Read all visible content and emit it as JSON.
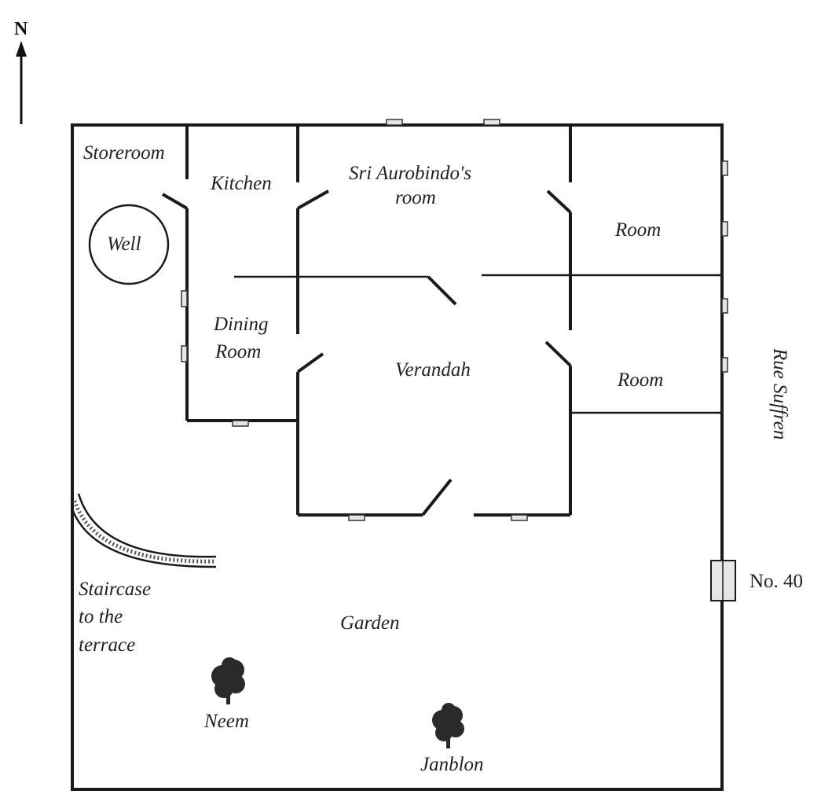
{
  "north_label": "N",
  "rooms": {
    "storeroom": "Storeroom",
    "kitchen": "Kitchen",
    "sri_aurobindo_room_line1": "Sri Aurobindo's",
    "sri_aurobindo_room_line2": "room",
    "room_upper": "Room",
    "well": "Well",
    "dining_line1": "Dining",
    "dining_line2": "Room",
    "verandah": "Verandah",
    "room_lower": "Room"
  },
  "street": "Rue Suffren",
  "entrance": "No. 40",
  "garden": {
    "label": "Garden",
    "staircase_line1": "Staircase",
    "staircase_line2": "to the",
    "staircase_line3": "terrace",
    "tree_neem": "Neem",
    "tree_janblon": "Janblon"
  },
  "colors": {
    "wall": "#1a1a1a",
    "window_fill": "#e6e6e6",
    "tree": "#2a2a2a"
  }
}
